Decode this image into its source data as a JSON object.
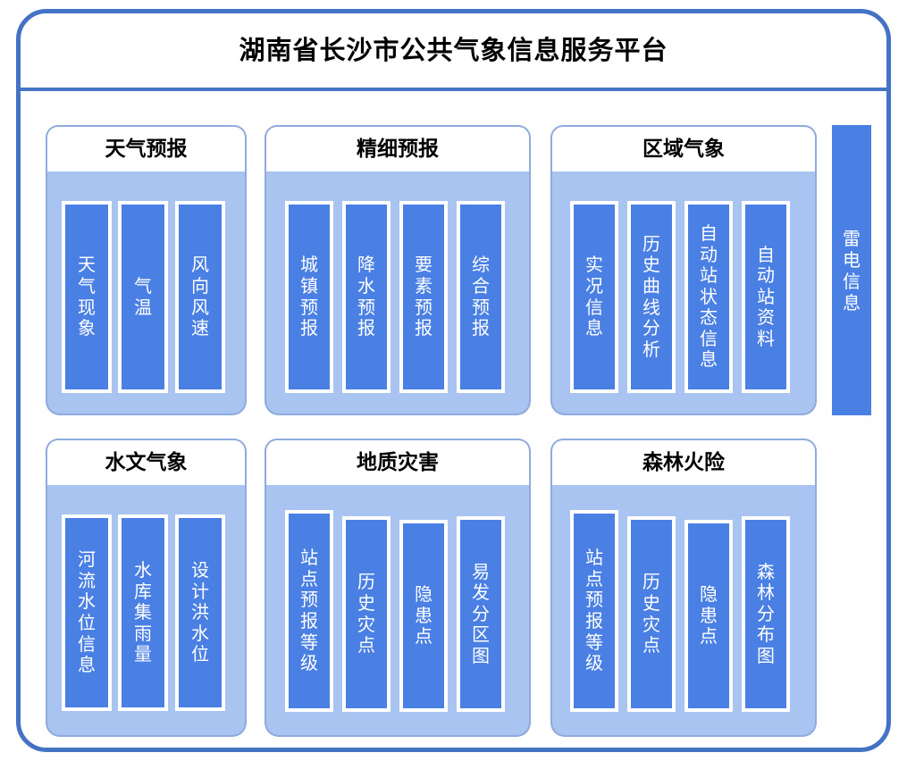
{
  "header": {
    "title": "湖南省长沙市公共气象信息服务平台"
  },
  "colors": {
    "frame_border": "#4472C4",
    "panel_border": "#8FAADC",
    "panel_body_bg": "#A9C4F0",
    "item_bg": "#4A7FE3",
    "item_border": "#FFFFFF",
    "text_light": "#FFFFFF",
    "text_dark": "#000000"
  },
  "panels": [
    {
      "id": "weather-forecast",
      "title": "天气预报",
      "items": [
        {
          "label": "天气现象"
        },
        {
          "label": "气温"
        },
        {
          "label": "风向风速"
        }
      ]
    },
    {
      "id": "fine-forecast",
      "title": "精细预报",
      "items": [
        {
          "label": "城镇预报"
        },
        {
          "label": "降水预报"
        },
        {
          "label": "要素预报"
        },
        {
          "label": "综合预报"
        }
      ]
    },
    {
      "id": "regional-meteorology",
      "title": "区域气象",
      "items": [
        {
          "label": "实况信息"
        },
        {
          "label": "历史曲线分析"
        },
        {
          "label": "自动站状态信息"
        },
        {
          "label": "自动站资料"
        }
      ]
    },
    {
      "id": "hydro-meteorology",
      "title": "水文气象",
      "items": [
        {
          "label": "河流水位信息"
        },
        {
          "label": "水库集雨量"
        },
        {
          "label": "设计洪水位"
        }
      ]
    },
    {
      "id": "geological-disaster",
      "title": "地质灾害",
      "items": [
        {
          "label": "站点预报等级"
        },
        {
          "label": "历史灾点"
        },
        {
          "label": "隐患点"
        },
        {
          "label": "易发分区图"
        }
      ]
    },
    {
      "id": "forest-fire-risk",
      "title": "森林火险",
      "items": [
        {
          "label": "站点预报等级"
        },
        {
          "label": "历史灾点"
        },
        {
          "label": "隐患点"
        },
        {
          "label": "森林分布图"
        }
      ]
    }
  ],
  "sidebar": {
    "id": "lightning-info",
    "label": "雷电信息"
  }
}
